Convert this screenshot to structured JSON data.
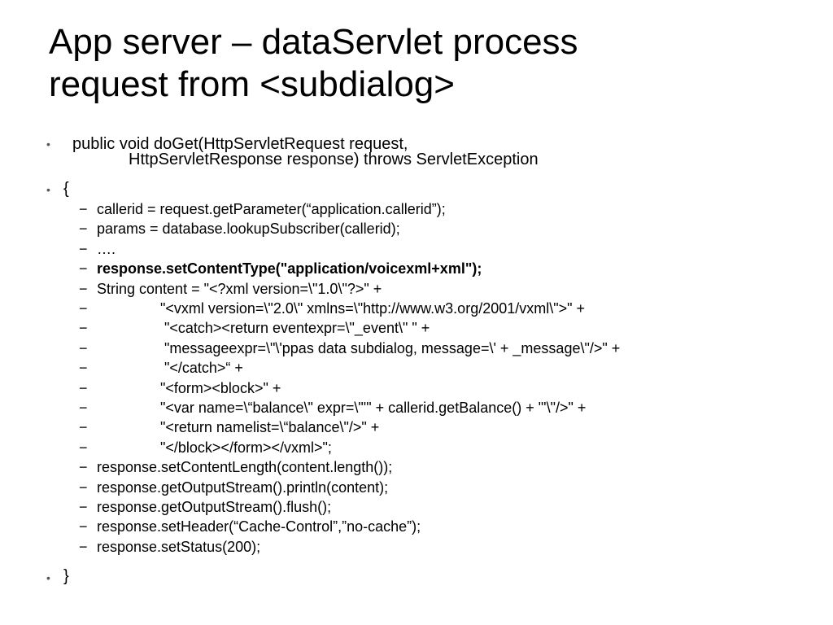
{
  "slide": {
    "title_line1": "App server – dataServlet process",
    "title_line2": "request from <subdialog>",
    "bullet_glyph": "•",
    "dash_glyph": "−",
    "method_sig_line1": "public void doGet(HttpServletRequest request,",
    "method_sig_line2": "HttpServletResponse response) throws ServletException",
    "open_brace": "{",
    "close_brace": "}",
    "code_lines": [
      {
        "text": "callerid = request.getParameter(“application.callerid”);",
        "indent": 0,
        "bold": false
      },
      {
        "text": "params = database.lookupSubscriber(callerid);",
        "indent": 0,
        "bold": false
      },
      {
        "text": "….",
        "indent": 0,
        "bold": false
      },
      {
        "text": "response.setContentType(\"application/voicexml+xml\");",
        "indent": 0,
        "bold": true
      },
      {
        "text": "String content = \"<?xml version=\\\"1.0\\\"?>\" +",
        "indent": 0,
        "bold": false
      },
      {
        "text": "\"<vxml version=\\\"2.0\\\" xmlns=\\\"http://www.w3.org/2001/vxml\\\">\" +",
        "indent": 1,
        "bold": false
      },
      {
        "text": "\"<catch><return eventexpr=\\\"_event\\\" \" +",
        "indent": 2,
        "bold": false
      },
      {
        "text": "\"messageexpr=\\\"\\'ppas data subdialog, message=\\' + _message\\\"/>\" +",
        "indent": 2,
        "bold": false
      },
      {
        "text": "\"</catch>“ +",
        "indent": 2,
        "bold": false
      },
      {
        "text": "\"<form><block>\" +",
        "indent": 1,
        "bold": false
      },
      {
        "text": "\"<var name=\\“balance\\\" expr=\\\"'\" + callerid.getBalance() + \"'\\\"/>\" +",
        "indent": 1,
        "bold": false
      },
      {
        "text": "\"<return namelist=\\“balance\\\"/>\" +",
        "indent": 1,
        "bold": false
      },
      {
        "text": "\"</block></form></vxml>\";",
        "indent": 1,
        "bold": false
      },
      {
        "text": "response.setContentLength(content.length());",
        "indent": 0,
        "bold": false
      },
      {
        "text": "response.getOutputStream().println(content);",
        "indent": 0,
        "bold": false
      },
      {
        "text": "response.getOutputStream().flush();",
        "indent": 0,
        "bold": false
      },
      {
        "text": "response.setHeader(“Cache-Control”,”no-cache”);",
        "indent": 0,
        "bold": false
      },
      {
        "text": "response.setStatus(200);",
        "indent": 0,
        "bold": false
      }
    ]
  }
}
